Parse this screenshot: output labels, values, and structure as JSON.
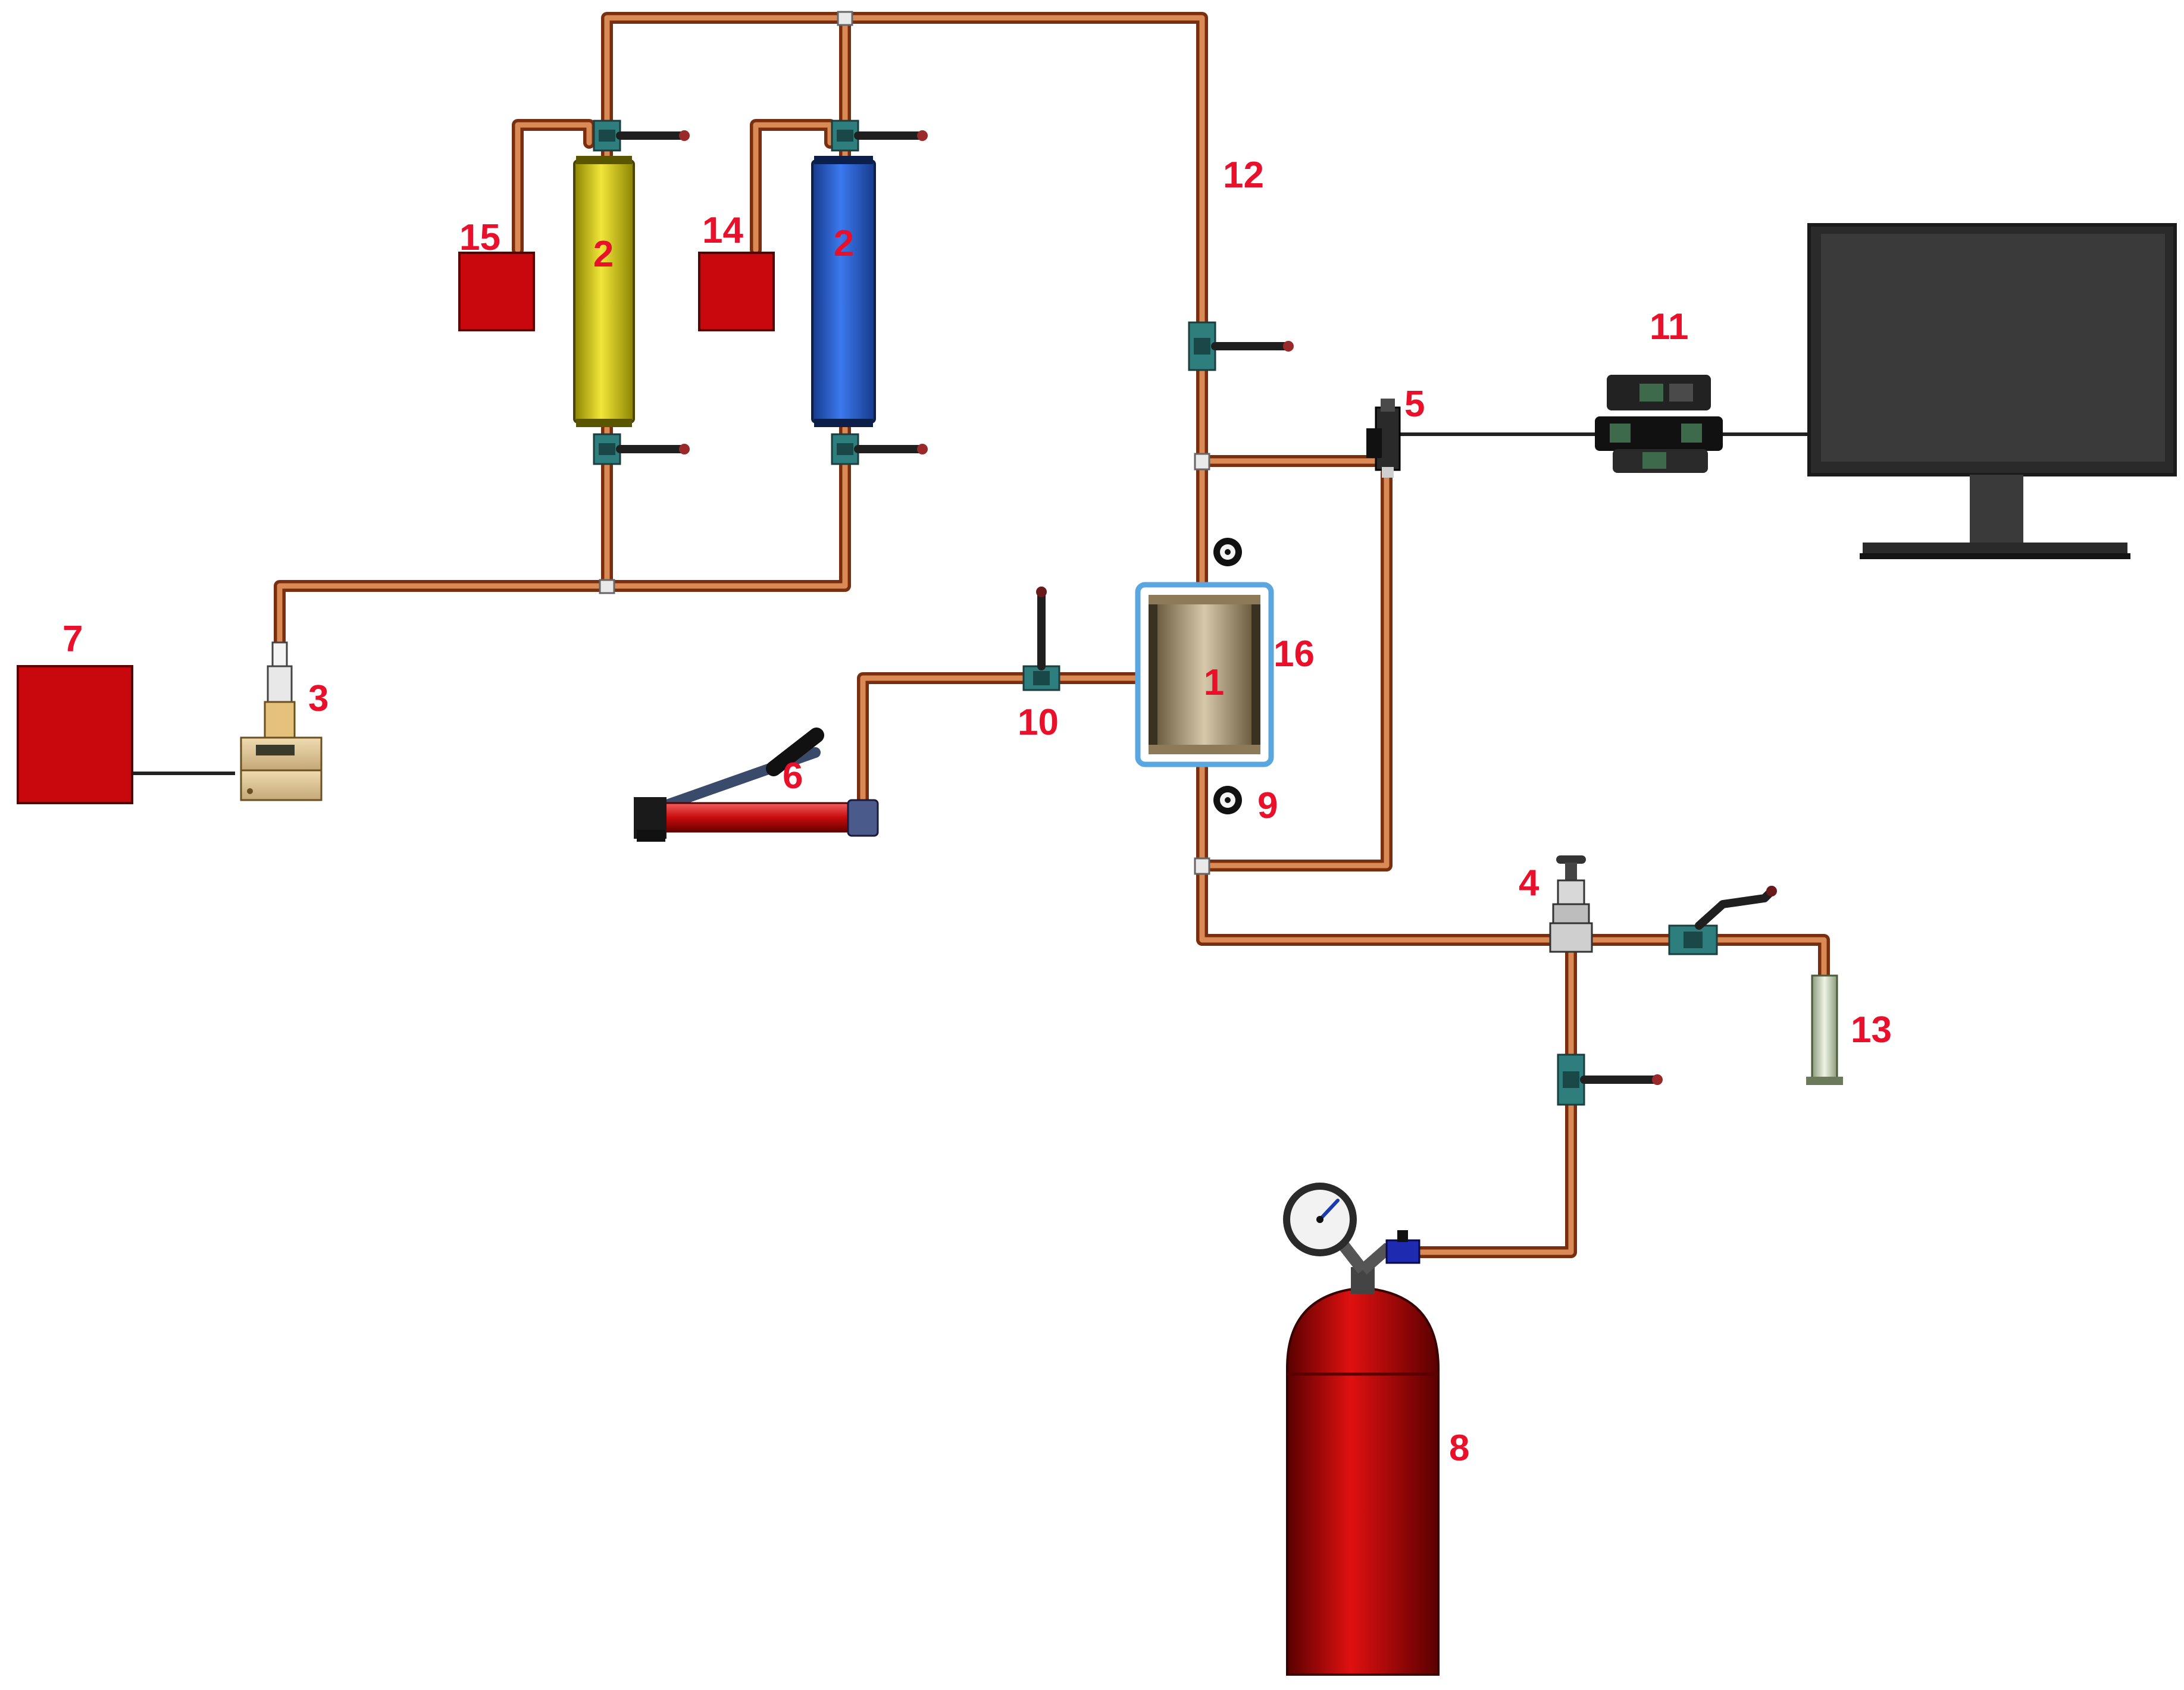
{
  "colors": {
    "label": "#e8102a",
    "pipe": "#c8683a",
    "vessel_red": "#c8080c",
    "column_yellow": "#ddd21a",
    "column_blue": "#2c62d8",
    "core_holder_frame": "#5aa7e0",
    "monitor": "#333333"
  },
  "labels": {
    "core_holder": "1",
    "column_yellow": "2",
    "column_blue": "2",
    "syringe_pump": "3",
    "regulator": "4",
    "pressure_transducer": "5",
    "hand_pump": "6",
    "controller": "7",
    "gas_cylinder": "8",
    "pressure_gauge": "9",
    "inlet_valve": "10",
    "data_acquisition": "11",
    "line": "12",
    "collector": "13",
    "tank_14": "14",
    "tank_15": "15",
    "confining_jacket": "16"
  }
}
